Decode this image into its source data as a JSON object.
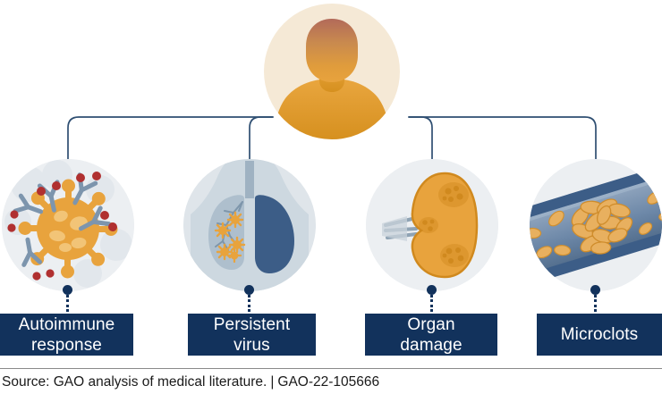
{
  "figure": {
    "center": {
      "icon": "person-silhouette-icon",
      "alt_label": "Patient"
    },
    "branches": [
      {
        "id": "autoimmune-response",
        "label_line1": "Autoimmune",
        "label_line2": "response",
        "icon": "virus-with-antibodies-icon"
      },
      {
        "id": "persistent-virus",
        "label_line1": "Persistent",
        "label_line2": "virus",
        "icon": "lungs-icon"
      },
      {
        "id": "organ-damage",
        "label_line1": "Organ",
        "label_line2": "damage",
        "icon": "kidney-icon"
      },
      {
        "id": "microclots",
        "label_line1": "Microclots",
        "label_line2": "",
        "icon": "blood-vessel-clot-icon"
      }
    ]
  },
  "footer": {
    "source_text": "Source: GAO analysis of medical literature.",
    "separator": "|",
    "report_number": "GAO-22-105666"
  },
  "colors": {
    "navy": "#12325c",
    "orange": "#e8a33d",
    "orange_dark": "#d3891f",
    "cream": "#f5e9d6",
    "circle_bg": "#e9edf0",
    "slate_blue": "#7d95ad",
    "deep_blue": "#3c5d87",
    "antibody_red": "#b03030",
    "head_rose": "#b5705f"
  }
}
